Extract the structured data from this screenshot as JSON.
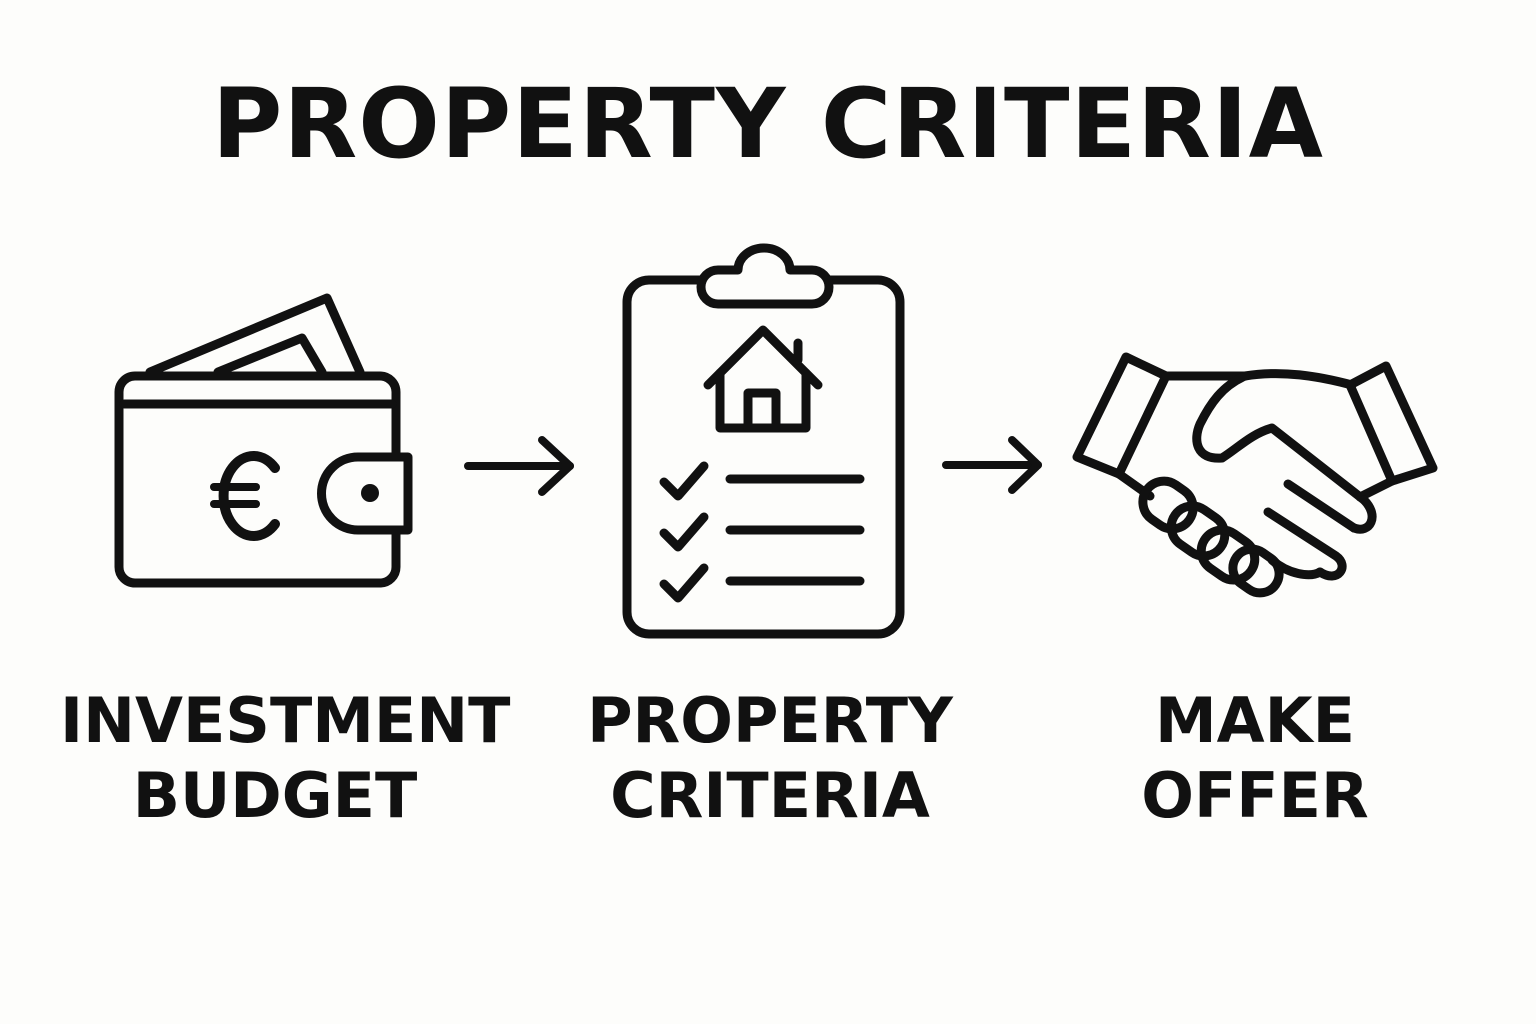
{
  "title": "PROPERTY CRITERIA",
  "steps": [
    {
      "icon": "wallet-euro-icon",
      "label_lines": [
        "INVESTMENT",
        "BUDGET"
      ]
    },
    {
      "icon": "clipboard-house-checklist-icon",
      "label_lines": [
        "PROPERTY",
        "CRITERIA"
      ]
    },
    {
      "icon": "handshake-icon",
      "label_lines": [
        "MAKE",
        "OFFER"
      ]
    }
  ],
  "connectors": [
    "arrow-right-icon",
    "arrow-right-icon"
  ],
  "colors": {
    "background": "#fdfdfb",
    "ink": "#111111"
  }
}
